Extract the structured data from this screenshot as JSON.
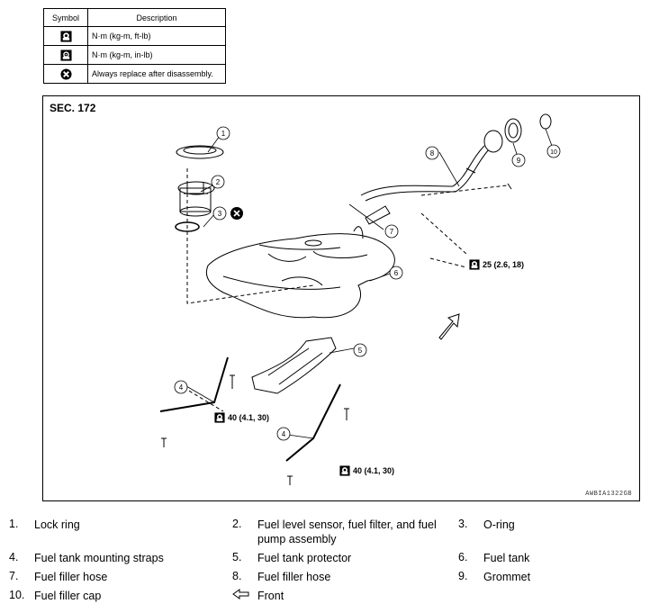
{
  "symbol_table": {
    "header_symbol": "Symbol",
    "header_description": "Description",
    "rows": [
      {
        "icon": "torque-wrench-icon",
        "description": "N·m (kg-m, ft-lb)"
      },
      {
        "icon": "torque-wrench-small-icon",
        "description": "N·m (kg-m, in-lb)"
      },
      {
        "icon": "always-replace-icon",
        "description": "Always replace after disassembly."
      }
    ]
  },
  "diagram": {
    "section": "SEC. 172",
    "figure_code": "AWBIA1322GB",
    "callouts": [
      "1",
      "2",
      "3",
      "4",
      "4",
      "5",
      "6",
      "7",
      "8",
      "9",
      "10"
    ],
    "torques": [
      {
        "value": "25 (2.6, 18)"
      },
      {
        "value": "40 (4.1, 30)"
      },
      {
        "value": "40 (4.1, 30)"
      }
    ]
  },
  "legend": [
    {
      "num": "1.",
      "text": "Lock ring"
    },
    {
      "num": "2.",
      "text": "Fuel level sensor, fuel filter, and fuel pump assembly"
    },
    {
      "num": "3.",
      "text": "O-ring"
    },
    {
      "num": "4.",
      "text": "Fuel tank mounting straps"
    },
    {
      "num": "5.",
      "text": "Fuel tank protector"
    },
    {
      "num": "6.",
      "text": "Fuel tank"
    },
    {
      "num": "7.",
      "text": "Fuel filler hose"
    },
    {
      "num": "8.",
      "text": "Fuel filler hose"
    },
    {
      "num": "9.",
      "text": "Grommet"
    },
    {
      "num": "10.",
      "text": "Fuel filler cap"
    },
    {
      "icon": "front-arrow-icon",
      "text": "Front"
    }
  ]
}
